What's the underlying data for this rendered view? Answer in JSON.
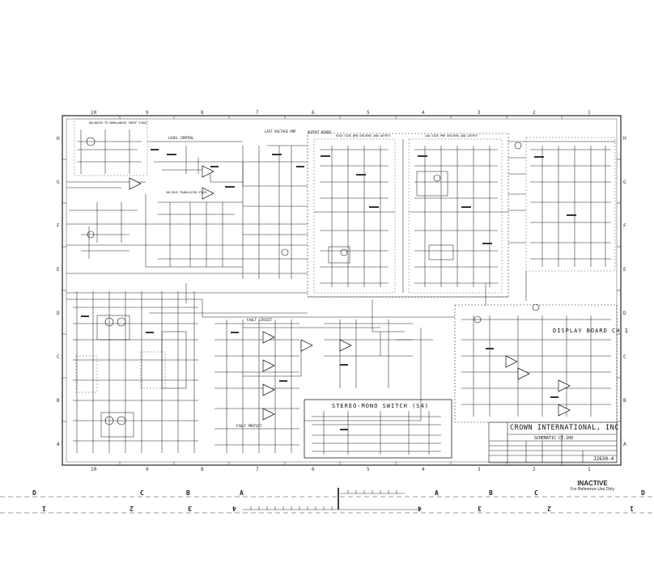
{
  "title_block": {
    "company": "CROWN INTERNATIONAL, INC",
    "schematic": "SCHEMATIC CT-200",
    "drawing_number": "J2630-4"
  },
  "sections": {
    "stereo_mono": "STEREO-MONO SWITCH (S4)",
    "display_board": "DISPLAY BOARD CH 1",
    "level_control": "LEVEL CONTROL",
    "output_board": "OUTPUT BOARD",
    "last_voltage_amp": "LAST VOLTAGE AMP",
    "fault_circuit": "FAULT CIRCUIT",
    "fault_protect": "FAULT PROTECT",
    "balanced_input": "BALANCED TO UNBALANCED INPUT STAGE",
    "voltage_translator": "VOLTAGE TRANSLATOR STAGE",
    "high_side_drivers": "HIGH SIDE NPN DRIVERS AND OUTPUT",
    "low_side_drivers": "LOW SIDE PNP DRIVERS AND OUTPUT"
  },
  "zones": {
    "columns": [
      "10",
      "9",
      "8",
      "7",
      "6",
      "5",
      "4",
      "3",
      "2",
      "1"
    ],
    "rows": [
      "H",
      "G",
      "F",
      "E",
      "D",
      "C",
      "B",
      "A"
    ]
  },
  "stamp": {
    "status": "INACTIVE",
    "note": "For Reference Use Only"
  },
  "ruler": {
    "letters": [
      "D",
      "C",
      "B",
      "A",
      "A",
      "B",
      "C",
      "D"
    ],
    "numbers": [
      "1",
      "2",
      "3",
      "4",
      "4",
      "3",
      "2",
      "1"
    ]
  }
}
